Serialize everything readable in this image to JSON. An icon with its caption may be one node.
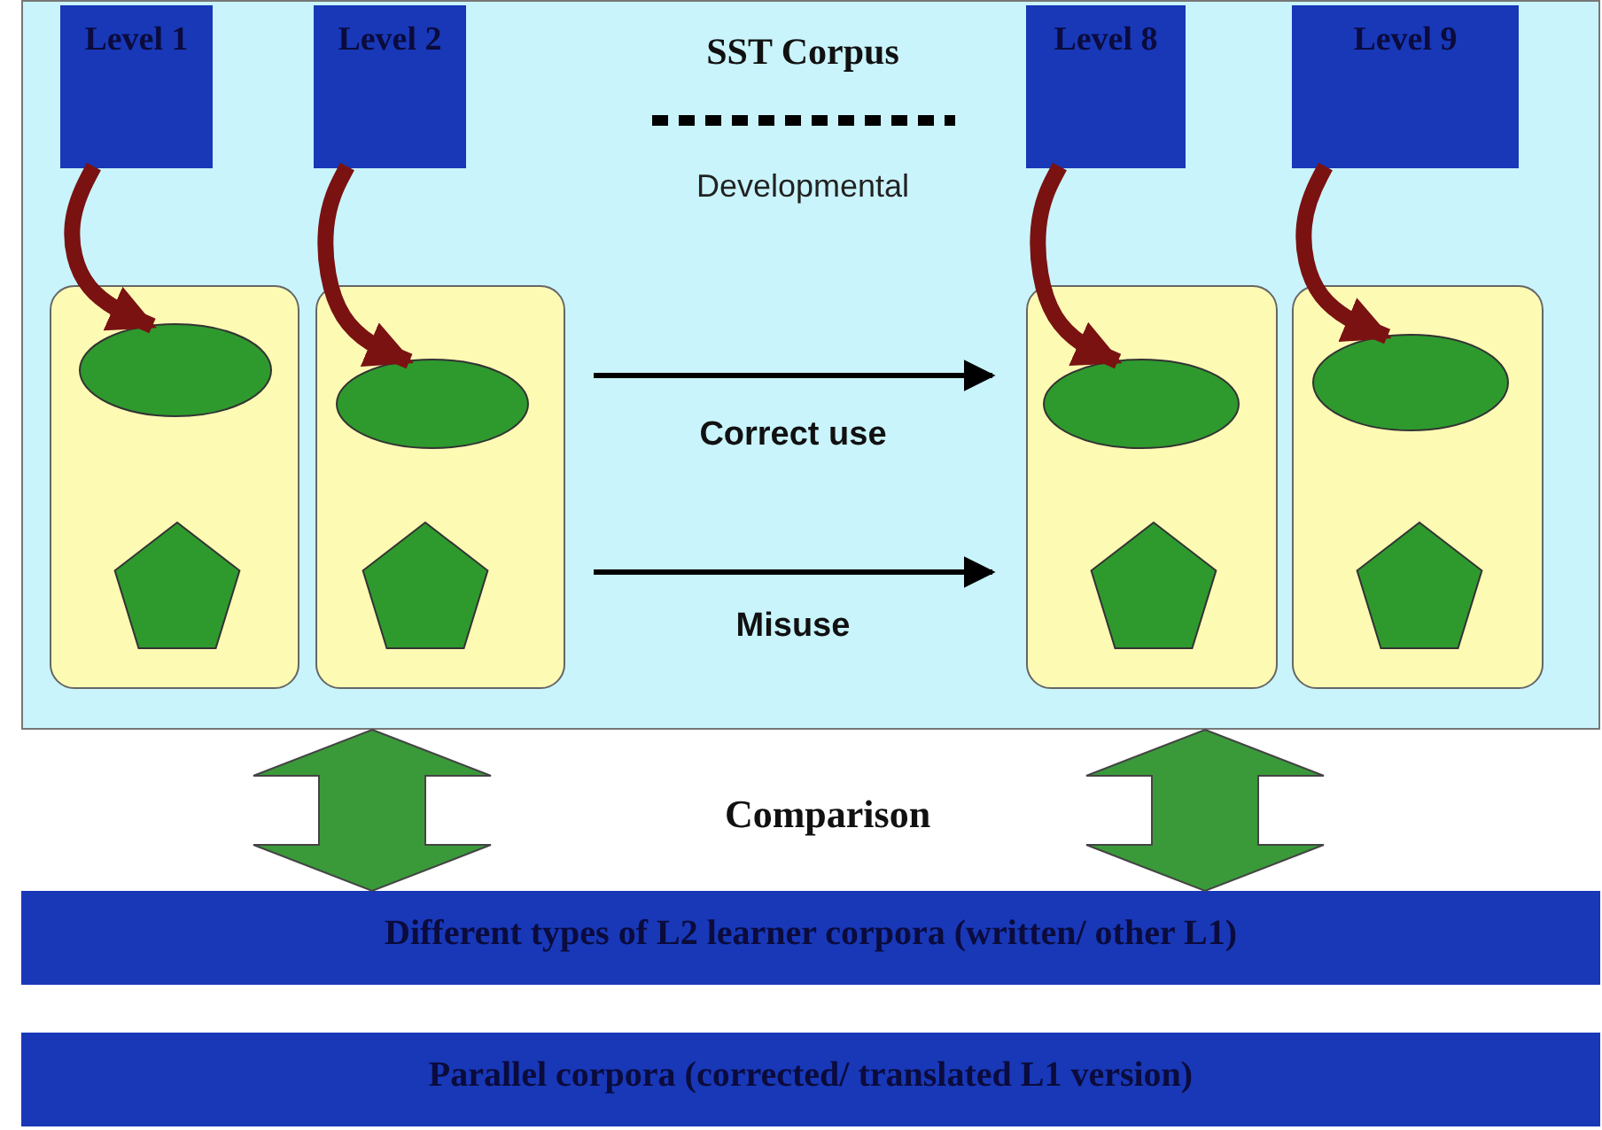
{
  "diagram": {
    "nodes": [
      {
        "text": [
          "SST Corpus",
          "Developmental"
        ]
      },
      {
        "text": [
          "Level 1"
        ],
        "in": 0
      },
      {
        "text": [
          "Level 2"
        ],
        "in": 0
      },
      {
        "text": [
          "Level 8"
        ],
        "in": 0
      },
      {
        "text": [
          "Level 9"
        ],
        "in": 0
      },
      {
        "text": [],
        "shape": "box",
        "in": 0
      },
      {
        "text": [],
        "shape": "ellipse",
        "in": 5
      },
      {
        "text": [],
        "shape": "pentagon",
        "in": 5
      },
      {
        "text": [],
        "shape": "box",
        "in": 0
      },
      {
        "text": [],
        "shape": "ellipse",
        "in": 8
      },
      {
        "text": [],
        "shape": "pentagon",
        "in": 8
      },
      {
        "text": [],
        "shape": "box",
        "in": 0
      },
      {
        "text": [],
        "shape": "ellipse",
        "in": 11
      },
      {
        "text": [],
        "shape": "pentagon",
        "in": 11
      },
      {
        "text": [],
        "shape": "box",
        "in": 0
      },
      {
        "text": [],
        "shape": "ellipse",
        "in": 14
      },
      {
        "text": [],
        "shape": "pentagon",
        "in": 14
      },
      {
        "text": [
          "Different types of L2 learner corpora (written/ other L1)"
        ]
      },
      {
        "text": [
          "Parallel corpora (corrected/ translated L1 version)"
        ]
      }
    ],
    "edges": [
      {
        "from": 1,
        "to": 6,
        "arrow": "to"
      },
      {
        "from": 2,
        "to": 9,
        "arrow": "to"
      },
      {
        "from": 3,
        "to": 12,
        "arrow": "to"
      },
      {
        "from": 4,
        "to": 15,
        "arrow": "to"
      },
      {
        "from": 8,
        "to": 11,
        "arrow": "to",
        "label": "Correct use",
        "color": "#000000"
      },
      {
        "from": 8,
        "to": 11,
        "arrow": "to",
        "label": "Misuse",
        "color": "#000000"
      },
      {
        "from": 0,
        "to": 17,
        "arrow": "both",
        "style": "thick",
        "color": "#3a9a3a"
      },
      {
        "from": 0,
        "to": 17,
        "arrow": "both",
        "style": "thick",
        "color": "#3a9a3a"
      }
    ],
    "labels": [
      "Comparison"
    ]
  }
}
